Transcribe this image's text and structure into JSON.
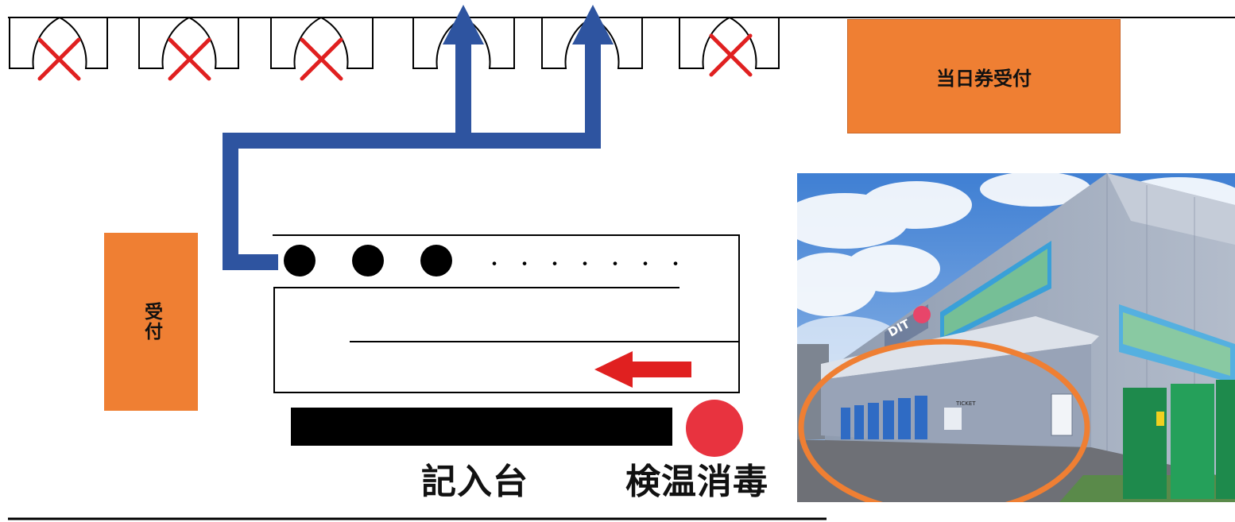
{
  "labels": {
    "same_day_ticket": "当日券受付",
    "reception": "受付",
    "writing_desk": "記入台",
    "temperature_disinfection": "検温消毒",
    "queue_dots": "・・・・・・・"
  },
  "doors": [
    {
      "status": "closed",
      "mark": "x-mark-icon"
    },
    {
      "status": "closed",
      "mark": "x-mark-icon"
    },
    {
      "status": "closed",
      "mark": "x-mark-icon"
    },
    {
      "status": "open",
      "mark": "entry-arrow-icon"
    },
    {
      "status": "open",
      "mark": "entry-arrow-icon"
    },
    {
      "status": "closed",
      "mark": "x-mark-icon"
    }
  ],
  "photo": {
    "description_tags": [
      "building-exterior-photo",
      "mural",
      "sky",
      "entrance-highlight-ellipse"
    ],
    "building_sign": "DIT",
    "sign_small": "TICKET"
  },
  "colors": {
    "orange": "#ef7f33",
    "blue_arrow": "#2e54a0",
    "red_x": "#e02020",
    "red_arrow": "#e02020",
    "red_dot": "#e8333f",
    "ellipse": "#ef7f33"
  }
}
